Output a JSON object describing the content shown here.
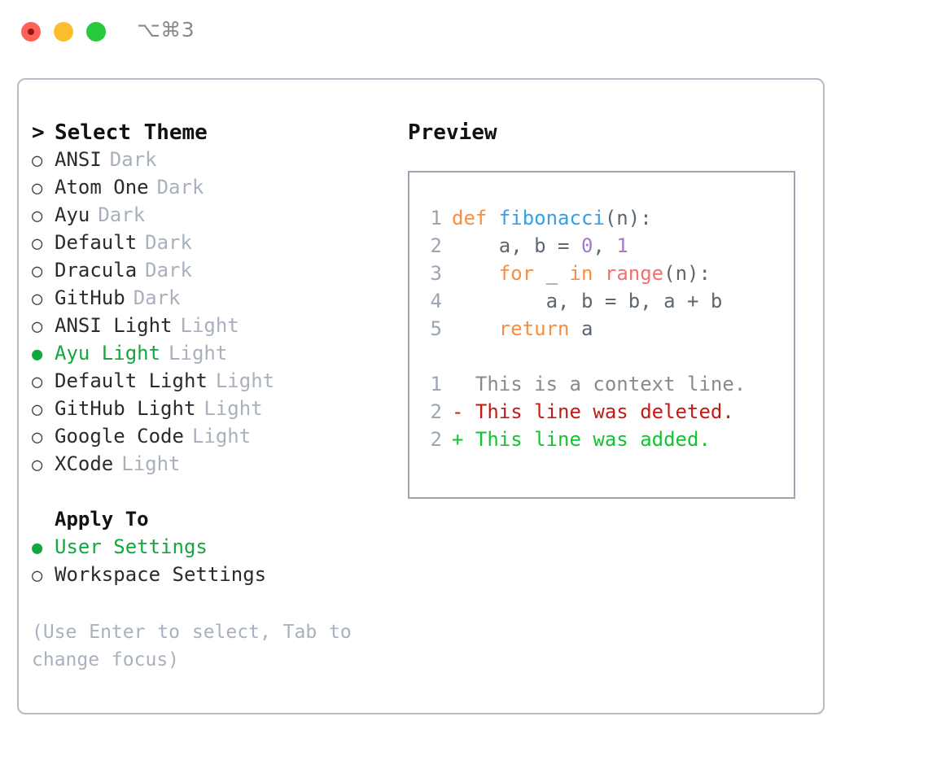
{
  "window": {
    "shortcut": "⌥⌘3",
    "traffic_lights": {
      "close": "#ff6058",
      "minimize": "#fbbd2e",
      "maximize": "#28c83f"
    }
  },
  "colors": {
    "accent_green": "#12a83e",
    "muted": "#a8b1bd",
    "border": "#b4bcc8",
    "preview_border": "#9aa5b1",
    "keyword": "#fa8d3e",
    "function": "#399ee6",
    "builtin": "#f07171",
    "number": "#a37acc",
    "plain": "#5c6773",
    "diff_context": "#8a8a8a",
    "diff_deleted": "#c41a16",
    "diff_added": "#12c431"
  },
  "theme_list": {
    "caret": ">",
    "header": "Select Theme",
    "bullet_unselected": "○",
    "bullet_selected": "●",
    "items": [
      {
        "label": "ANSI",
        "variant": "Dark",
        "selected": false
      },
      {
        "label": "Atom One",
        "variant": "Dark",
        "selected": false
      },
      {
        "label": "Ayu",
        "variant": "Dark",
        "selected": false
      },
      {
        "label": "Default",
        "variant": "Dark",
        "selected": false
      },
      {
        "label": "Dracula",
        "variant": "Dark",
        "selected": false
      },
      {
        "label": "GitHub",
        "variant": "Dark",
        "selected": false
      },
      {
        "label": "ANSI Light",
        "variant": "Light",
        "selected": false
      },
      {
        "label": "Ayu Light",
        "variant": "Light",
        "selected": true
      },
      {
        "label": "Default Light",
        "variant": "Light",
        "selected": false
      },
      {
        "label": "GitHub Light",
        "variant": "Light",
        "selected": false
      },
      {
        "label": "Google Code",
        "variant": "Light",
        "selected": false
      },
      {
        "label": "XCode",
        "variant": "Light",
        "selected": false
      }
    ]
  },
  "apply_to": {
    "header": "Apply To",
    "options": [
      {
        "label": "User Settings",
        "selected": true
      },
      {
        "label": "Workspace Settings",
        "selected": false
      }
    ]
  },
  "hint": "(Use Enter to select, Tab to change focus)",
  "preview": {
    "title": "Preview",
    "code_lines": [
      {
        "number": "1",
        "tokens": [
          {
            "text": "def ",
            "type": "kw"
          },
          {
            "text": "fibonacci",
            "type": "fn"
          },
          {
            "text": "(n):",
            "type": "pl"
          }
        ]
      },
      {
        "number": "2",
        "tokens": [
          {
            "text": "    a, b = ",
            "type": "pl"
          },
          {
            "text": "0",
            "type": "num"
          },
          {
            "text": ", ",
            "type": "pl"
          },
          {
            "text": "1",
            "type": "num"
          }
        ]
      },
      {
        "number": "3",
        "tokens": [
          {
            "text": "    ",
            "type": "pl"
          },
          {
            "text": "for",
            "type": "kw"
          },
          {
            "text": " _ ",
            "type": "pl"
          },
          {
            "text": "in",
            "type": "kw"
          },
          {
            "text": " ",
            "type": "pl"
          },
          {
            "text": "range",
            "type": "bi"
          },
          {
            "text": "(n):",
            "type": "pl"
          }
        ]
      },
      {
        "number": "4",
        "tokens": [
          {
            "text": "        a, b = b, a + b",
            "type": "pl"
          }
        ]
      },
      {
        "number": "5",
        "tokens": [
          {
            "text": "    ",
            "type": "pl"
          },
          {
            "text": "return",
            "type": "kw"
          },
          {
            "text": " a",
            "type": "pl"
          }
        ]
      }
    ],
    "diff_lines": [
      {
        "number": "1",
        "marker": " ",
        "text": " This is a context line.",
        "type": "ctx"
      },
      {
        "number": "2",
        "marker": "-",
        "text": " This line was deleted.",
        "type": "del"
      },
      {
        "number": "2",
        "marker": "+",
        "text": " This line was added.",
        "type": "add"
      }
    ]
  }
}
